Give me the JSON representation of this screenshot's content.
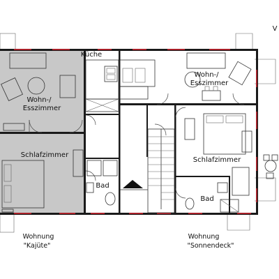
{
  "plan": {
    "corner_label": "V",
    "rooms": {
      "kitchen": "Küche",
      "living_left": [
        "Wohn-/",
        "Esszimmer"
      ],
      "living_right": [
        "Wohn-/",
        "Esszimmer"
      ],
      "bedroom_left": "Schlafzimmer",
      "bedroom_right": "Schlafzimmer",
      "bath_left": "Bad",
      "bath_right": "Bad"
    },
    "apartments": {
      "left": {
        "line1": "Wohnung",
        "line2": "\"Kajüte\""
      },
      "right": {
        "line1": "Wohnung",
        "line2": "\"Sonnendeck\""
      }
    }
  },
  "colors": {
    "left_unit_fill": "#c8c8c8",
    "wall": "#1a1a1a",
    "window": "#d9232e"
  }
}
